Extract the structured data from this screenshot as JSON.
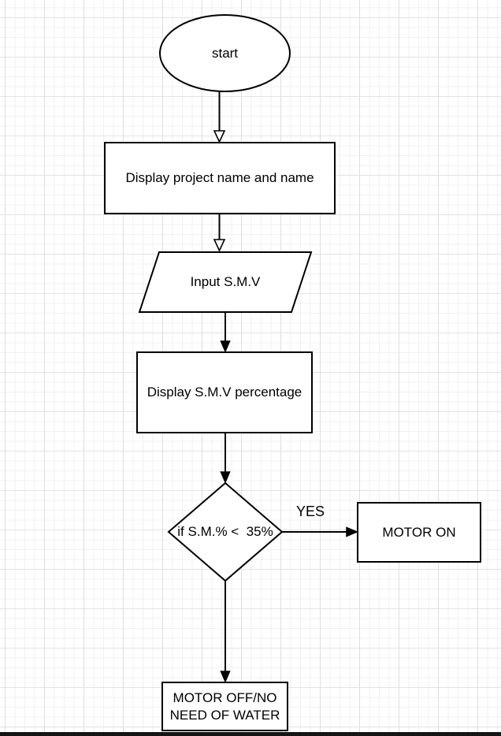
{
  "canvas": {
    "background": "#ffffff",
    "grid_minor_color": "#f1f1f1",
    "grid_major_color": "#e0e0e0",
    "shape_stroke_color": "#000000",
    "shape_fill_color": "#ffffff",
    "text_color": "#000000",
    "bottom_bar_color": "#151515"
  },
  "nodes": [
    {
      "id": "start",
      "shape": "terminator-ellipse",
      "label": "start"
    },
    {
      "id": "display-project-name",
      "shape": "process-rect",
      "label": "Display project name and name"
    },
    {
      "id": "input-smv",
      "shape": "data-parallelogram",
      "label": "Input S.M.V"
    },
    {
      "id": "display-smv-percentage",
      "shape": "process-rect",
      "label": "Display S.M.V percentage"
    },
    {
      "id": "decision-sm-threshold",
      "shape": "decision-diamond",
      "label": "if S.M.% <  35%"
    },
    {
      "id": "motor-on",
      "shape": "process-rect",
      "label": "MOTOR ON"
    },
    {
      "id": "motor-off",
      "shape": "process-rect",
      "lines": [
        "MOTOR OFF/NO",
        "NEED OF WATER"
      ]
    }
  ],
  "edges": [
    {
      "from": "start",
      "to": "display-project-name",
      "arrowhead": "open-triangle"
    },
    {
      "from": "display-project-name",
      "to": "input-smv",
      "arrowhead": "open-triangle"
    },
    {
      "from": "input-smv",
      "to": "display-smv-percentage",
      "arrowhead": "filled-triangle"
    },
    {
      "from": "display-smv-percentage",
      "to": "decision-sm-threshold",
      "arrowhead": "filled-triangle"
    },
    {
      "from": "decision-sm-threshold",
      "to": "motor-on",
      "label": "YES",
      "arrowhead": "filled-triangle"
    },
    {
      "from": "decision-sm-threshold",
      "to": "motor-off",
      "arrowhead": "filled-triangle"
    }
  ]
}
